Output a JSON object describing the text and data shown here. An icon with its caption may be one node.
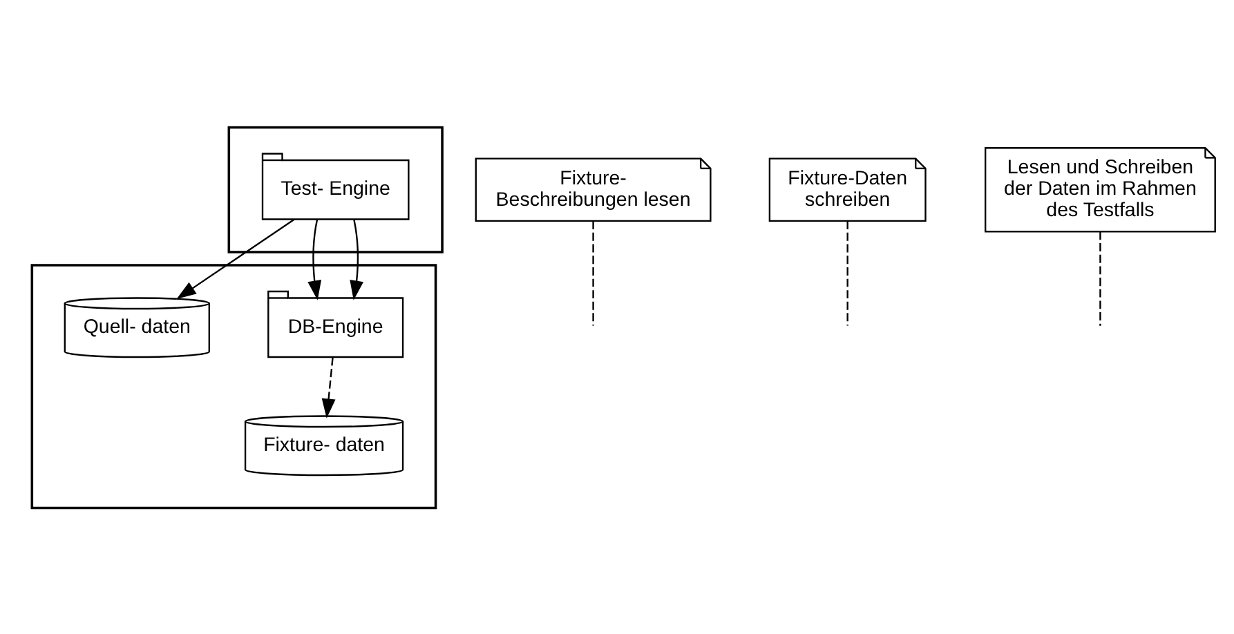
{
  "diagram": {
    "nodes": [
      {
        "text": [],
        "shape": "box"
      },
      {
        "text": [
          "Test- Engine"
        ],
        "in": 0
      },
      {
        "text": [
          "Fixture- Beschreibungen lesen"
        ]
      },
      {
        "text": [
          "Fixture-Daten schreiben"
        ]
      },
      {
        "text": [
          "Lesen und Schreiben der Daten im Rahmen des Testfalls"
        ]
      },
      {
        "text": [],
        "shape": "box"
      },
      {
        "text": [
          "DB-Engine"
        ],
        "in": 5
      },
      {
        "text": [
          "Quell- daten"
        ],
        "in": 5
      },
      {
        "text": [
          "Fixture- daten"
        ],
        "in": 5
      }
    ],
    "edges": [
      {
        "from": 1,
        "to": 7,
        "arrow": "to"
      },
      {
        "from": 1,
        "to": 6,
        "arrow": "to"
      },
      {
        "from": 1,
        "to": 6,
        "arrow": "to"
      },
      {
        "from": 6,
        "to": 8,
        "arrow": "to",
        "style": "dashed"
      },
      {
        "from": 2,
        "to": null,
        "arrow": "none",
        "style": "dashed"
      },
      {
        "from": 3,
        "to": null,
        "arrow": "none",
        "style": "dashed"
      },
      {
        "from": 4,
        "to": null,
        "arrow": "none",
        "style": "dashed"
      }
    ]
  }
}
